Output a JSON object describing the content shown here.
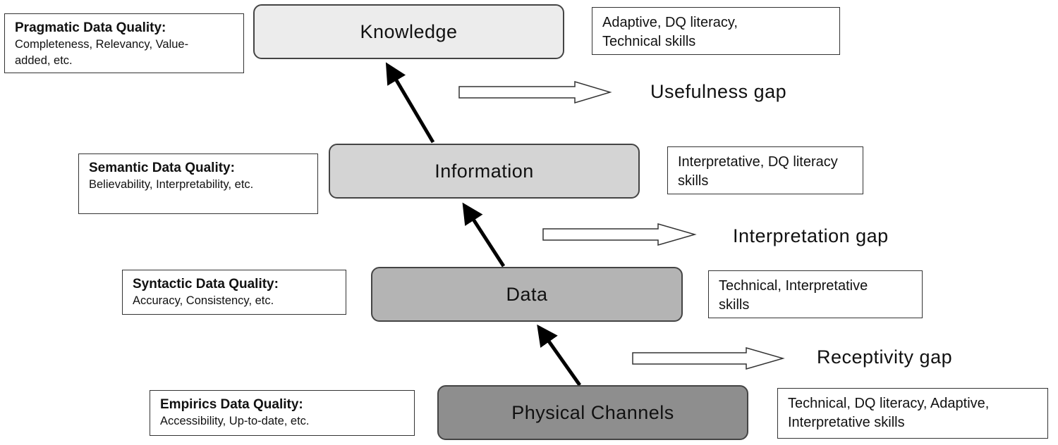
{
  "levels": {
    "knowledge": "Knowledge",
    "information": "Information",
    "data": "Data",
    "physical_channels": "Physical Channels"
  },
  "level_colors": {
    "knowledge": "#ececec",
    "information": "#d4d4d4",
    "data": "#b4b4b4",
    "physical_channels": "#8e8e8e"
  },
  "quality": {
    "pragmatic": {
      "title": "Pragmatic Data Quality:",
      "items": "Completeness, Relevancy, Value-added, etc."
    },
    "semantic": {
      "title": "Semantic Data Quality:",
      "items": "Believability, Interpretability, etc."
    },
    "syntactic": {
      "title": "Syntactic Data Quality:",
      "items": "Accuracy, Consistency, etc."
    },
    "empirics": {
      "title": "Empirics Data Quality:",
      "items": "Accessibility, Up-to-date, etc."
    }
  },
  "skills": {
    "knowledge": "Adaptive, DQ literacy, Technical skills",
    "information": "Interpretative, DQ literacy skills",
    "data": "Technical, Interpretative skills",
    "physical_channels": "Technical, DQ  literacy, Adaptive, Interpretative skills"
  },
  "gaps": {
    "usefulness": "Usefulness gap",
    "interpretation": "Interpretation gap",
    "receptivity": "Receptivity gap"
  }
}
